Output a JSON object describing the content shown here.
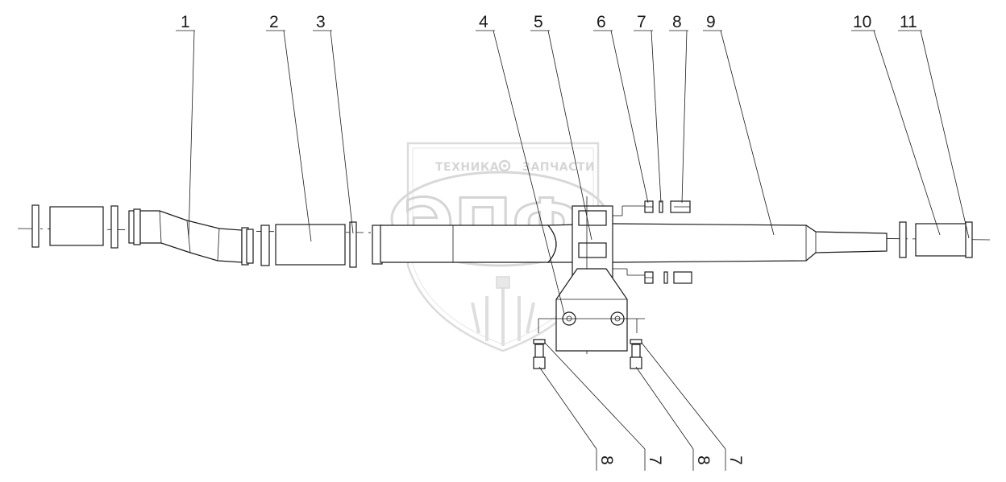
{
  "watermark": {
    "brand_left": "ТЕХНИКА",
    "brand_right": "ЗАПЧАСТИ",
    "logo": "ЭПФ"
  },
  "callouts": {
    "c1": "1",
    "c2": "2",
    "c3": "3",
    "c4": "4",
    "c5": "5",
    "c6": "6",
    "c7": "7",
    "c8": "8",
    "c9": "9",
    "c10": "10",
    "c11": "11",
    "c7_bottom_a": "7",
    "c8_bottom_a": "8",
    "c7_bottom_b": "7",
    "c8_bottom_b": "8"
  },
  "colors": {
    "line": "#1a1a1a",
    "watermark": "#d6d6d6"
  }
}
